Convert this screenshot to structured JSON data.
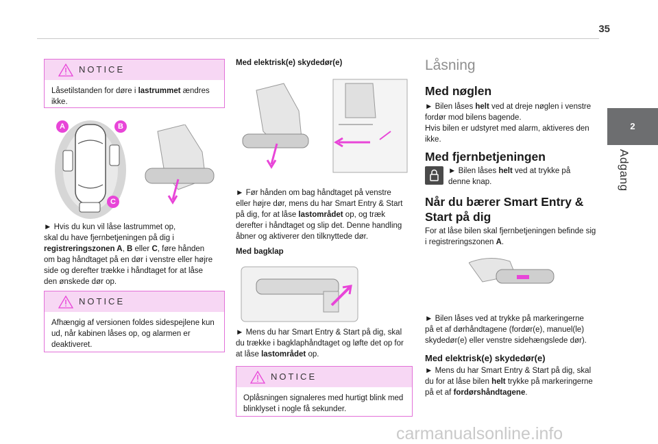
{
  "page": {
    "number": "35",
    "chapter_number": "2",
    "chapter_title": "Adgang"
  },
  "col1": {
    "notice1": {
      "title": "NOTICE",
      "text_a": "Låsetilstanden for døre i ",
      "text_b": "lastrummet",
      "text_c": " ændres ikke."
    },
    "zone_labels": {
      "a": "A",
      "b": "B",
      "c": "C"
    },
    "para": {
      "l1": "► Hvis du kun vil låse lastrummet op,",
      "l2": "skal du have fjernbetjeningen på dig i",
      "l3_bold": "registreringszonen A",
      "l3_mid": ", ",
      "l3_b": "B",
      "l3_rest": " eller ",
      "l3_c": "C",
      "l3_end": ", føre hånden",
      "l4": "om bag håndtaget på en dør i venstre eller højre",
      "l5": "side og derefter trække i håndtaget for at låse",
      "l6": "den ønskede dør op."
    },
    "notice2": {
      "title": "NOTICE",
      "text": "Afhængig af versionen foldes sidespejlene kun ud, når kabinen låses op, og alarmen er deaktiveret."
    }
  },
  "col2": {
    "heading1": "Med elektrisk(e) skydedør(e)",
    "para1": {
      "l1": "► Før hånden om bag håndtaget på venstre",
      "l2": "eller højre dør, mens du har Smart Entry & Start",
      "l3a": "på dig, for at låse ",
      "l3b": "lastområdet",
      "l3c": " op, og træk",
      "l4": "derefter i håndtaget og slip det. Denne handling",
      "l5": "åbner og aktiverer den tilknyttede dør."
    },
    "heading2": "Med bagklap",
    "para2": {
      "l1": "► Mens du har Smart Entry & Start på dig, skal",
      "l2": "du trække i bagklaphåndtaget og løfte det op for",
      "l3a": "at låse ",
      "l3b": "lastområdet",
      "l3c": " op."
    },
    "notice3": {
      "title": "NOTICE",
      "text": "Oplåsningen signaleres med hurtigt blink med blinklyset i nogle få sekunder."
    }
  },
  "col3": {
    "title": "Låsning",
    "s1": {
      "heading": "Med nøglen",
      "l1a": "► Bilen låses ",
      "l1b": "helt",
      "l1c": " ved at dreje nøglen i venstre",
      "l2": "fordør mod bilens bagende.",
      "l3": "Hvis bilen er udstyret med alarm, aktiveres den",
      "l4": "ikke."
    },
    "s2": {
      "heading": "Med fjernbetjeningen",
      "l1a": "► Bilen låses ",
      "l1b": "helt",
      "l1c": " ved at trykke på",
      "l2": "denne knap."
    },
    "s3": {
      "heading_l1": "Når du bærer Smart Entry &",
      "heading_l2": "Start på dig",
      "l1": "For at låse bilen skal fjernbetjeningen befinde sig",
      "l2a": "i registreringszonen ",
      "l2b": "A",
      "l2c": "."
    },
    "s4": {
      "l1": "► Bilen låses ved at trykke på markeringerne",
      "l2": "på et af dørhåndtagene (fordør(e), manuel(le)",
      "l3": "skydedør(e) eller venstre sidehængslede dør)."
    },
    "s5": {
      "heading": "Med elektrisk(e) skydedør(e)",
      "l1": "► Mens du har Smart Entry & Start på dig, skal",
      "l2a": "du for at låse bilen ",
      "l2b": "helt",
      "l2c": " trykke på markeringerne",
      "l3a": "på et af ",
      "l3b": "fordørshåndtagene",
      "l3c": "."
    }
  },
  "colors": {
    "accent": "#e845d8",
    "notice_bg": "#f7d7f4",
    "tab": "#6d6e70",
    "heading_gray": "#8f8f8f"
  },
  "watermark": "carmanualsonline.info"
}
